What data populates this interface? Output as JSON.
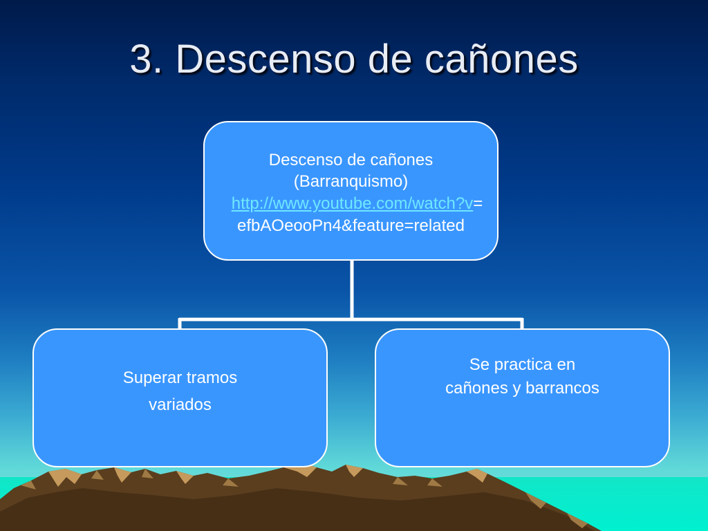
{
  "slide": {
    "title": "3. Descenso de cañones"
  },
  "diagram": {
    "root": {
      "line1": "Descenso de cañones",
      "line2": "(Barranquismo)",
      "link_text": "http://www.youtube.com/watch?v",
      "link_suffix": "=",
      "line4": "efbAOeooPn4&feature=related"
    },
    "children": [
      {
        "line1": "Superar tramos",
        "line2": "variados"
      },
      {
        "line1": "Se practica en",
        "line2": "cañones y barrancos"
      }
    ]
  },
  "colors": {
    "box_fill": "#3a96ff",
    "box_border": "#ffffff",
    "link": "#6ee8ff",
    "title": "#e8ecf4"
  }
}
